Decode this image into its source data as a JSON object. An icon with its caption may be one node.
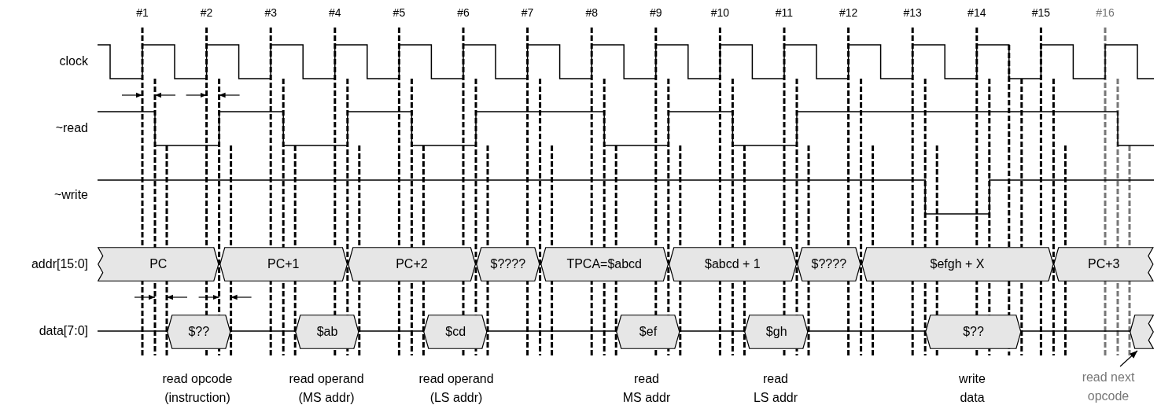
{
  "diagram": {
    "nodes": [
      {
        "text": [
          "PC"
        ]
      },
      {
        "text": [
          "PC+1"
        ]
      },
      {
        "text": [
          "PC+2"
        ]
      },
      {
        "text": [
          "$????"
        ]
      },
      {
        "text": [
          "TPCA=$abcd"
        ]
      },
      {
        "text": [
          "$abcd + 1"
        ]
      },
      {
        "text": [
          "$????"
        ]
      },
      {
        "text": [
          "$efgh + X"
        ]
      },
      {
        "text": [
          "PC+3"
        ]
      },
      {
        "text": [
          "$??"
        ]
      },
      {
        "text": [
          "$ab"
        ]
      },
      {
        "text": [
          "$cd"
        ]
      },
      {
        "text": [
          "$ef"
        ]
      },
      {
        "text": [
          "$gh"
        ]
      },
      {
        "text": [
          "$??"
        ]
      },
      {
        "text": [],
        "shape": "hexagon"
      },
      {
        "text": [
          "read next opcode"
        ]
      }
    ],
    "edges": [
      {
        "from": 16,
        "to": 15,
        "arrow": "to"
      }
    ],
    "labels": [
      "#1",
      "#2",
      "#3",
      "#4",
      "#5",
      "#6",
      "#7",
      "#8",
      "#9",
      "#10",
      "#11",
      "#12",
      "#13",
      "#14",
      "#15",
      "#16",
      "clock",
      "~read",
      "~write",
      "addr[15:0]",
      "data[7:0]",
      "read opcode (instruction)",
      "read operand (MS addr)",
      "read operand (LS addr)",
      "read MS addr",
      "read LS addr",
      "write data"
    ]
  }
}
